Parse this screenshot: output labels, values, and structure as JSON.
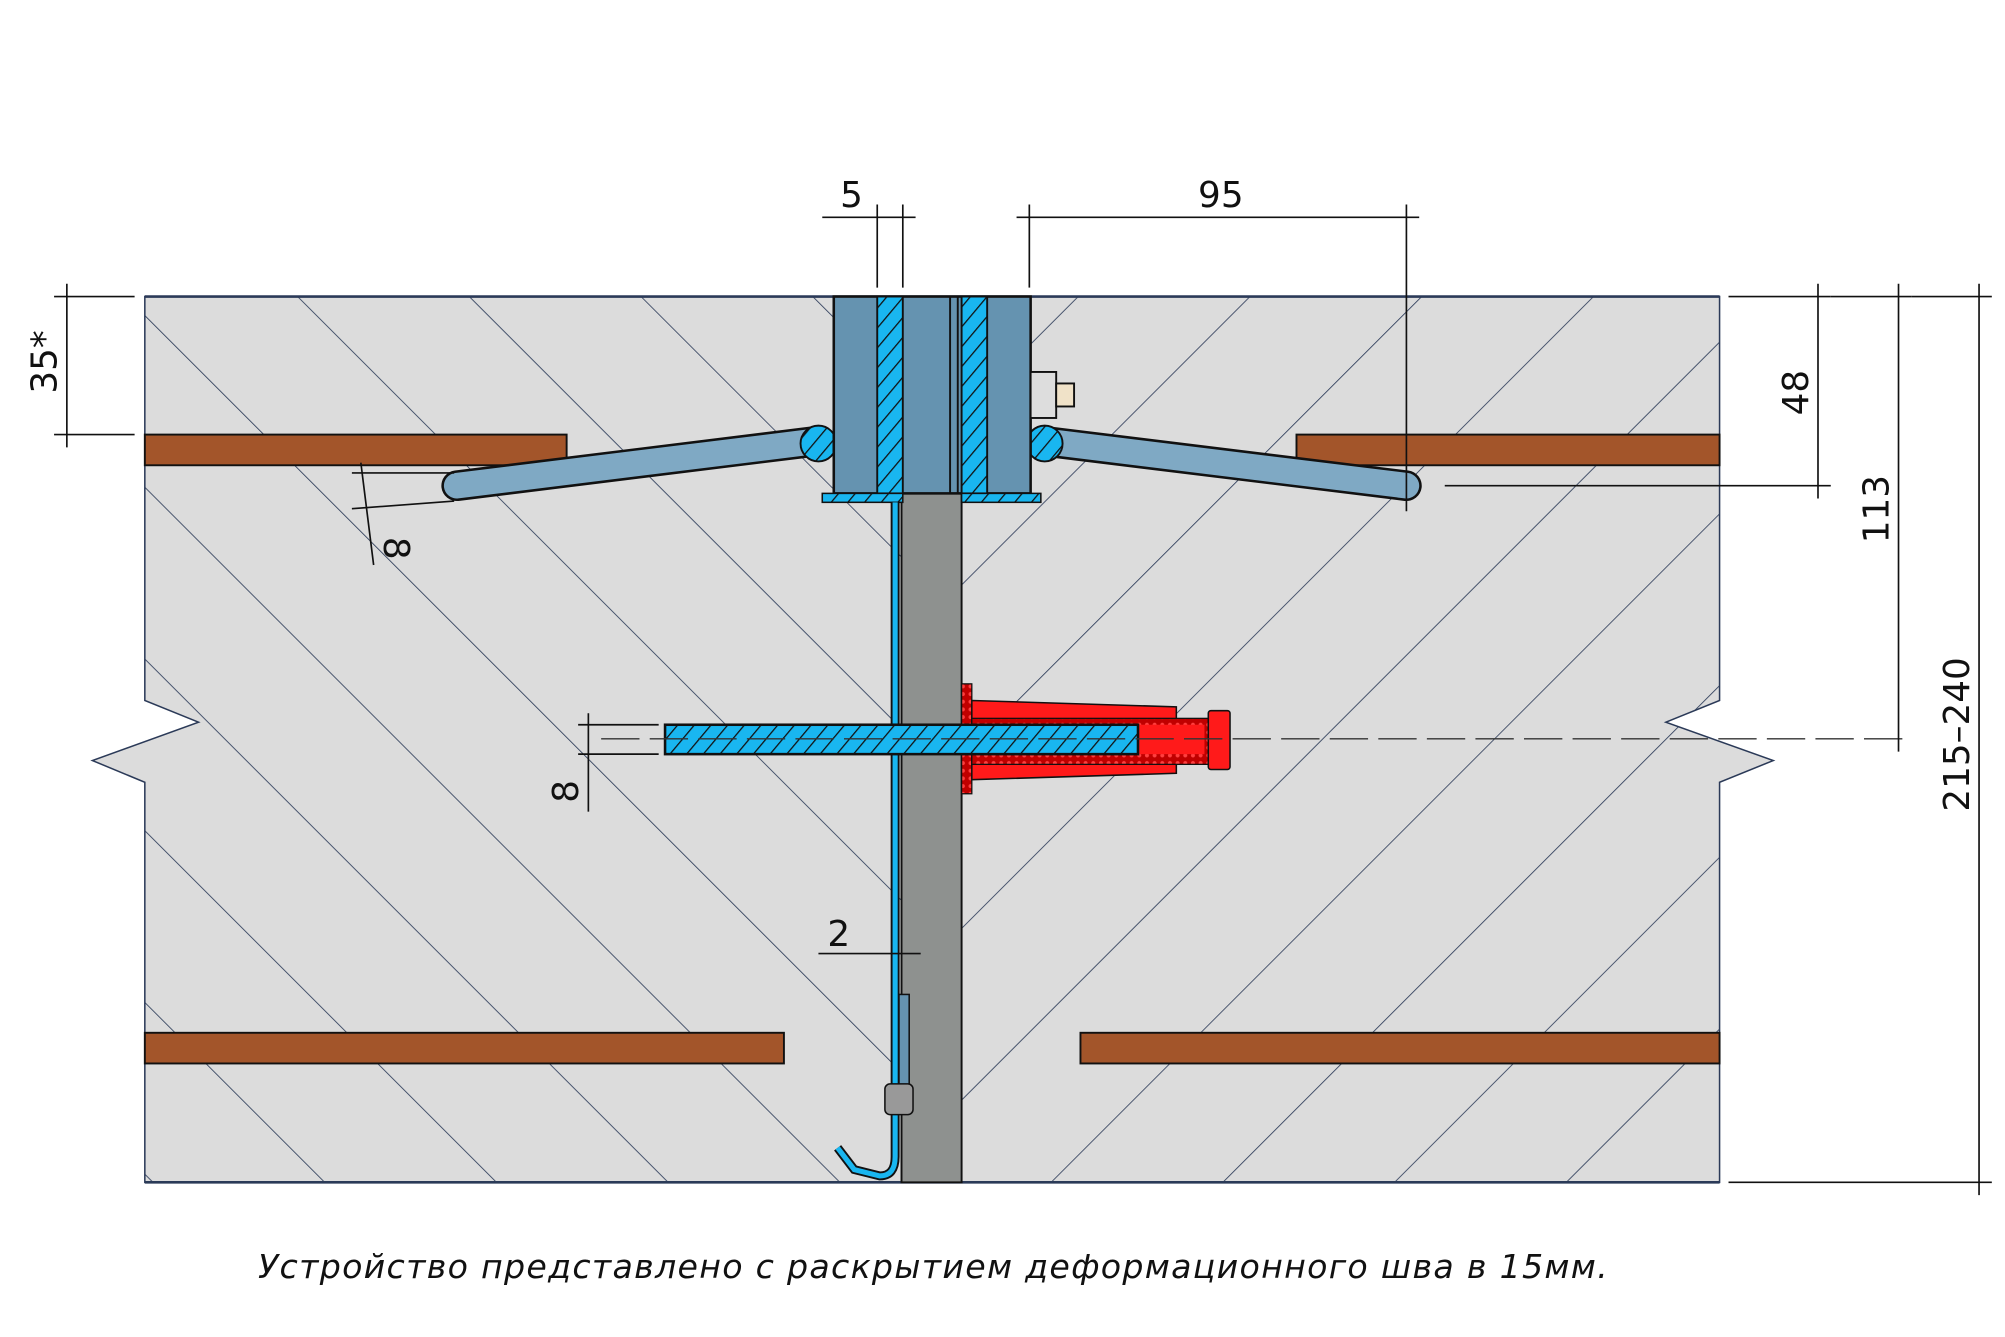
{
  "drawing": {
    "caption": "Устройство представлено с раскрытием деформационного шва в 15мм.",
    "dimensions": {
      "profile_wall": "5",
      "anchor_reach": "95",
      "cover_top": "35*",
      "anchor_depth": "48",
      "dowel_depth": "113",
      "slab_thickness": "215–240",
      "rod_diameter": "8",
      "dowel_rod_diameter": "8",
      "plate_thickness": "2"
    },
    "colors": {
      "concrete": "#dcdcdc",
      "hatch": "#2b3a58",
      "rebar": "#a3552a",
      "profile": "#6593b0",
      "insert": "#19b6f0",
      "dowel": "#ff1a1a",
      "joint": "#8e918f"
    }
  }
}
